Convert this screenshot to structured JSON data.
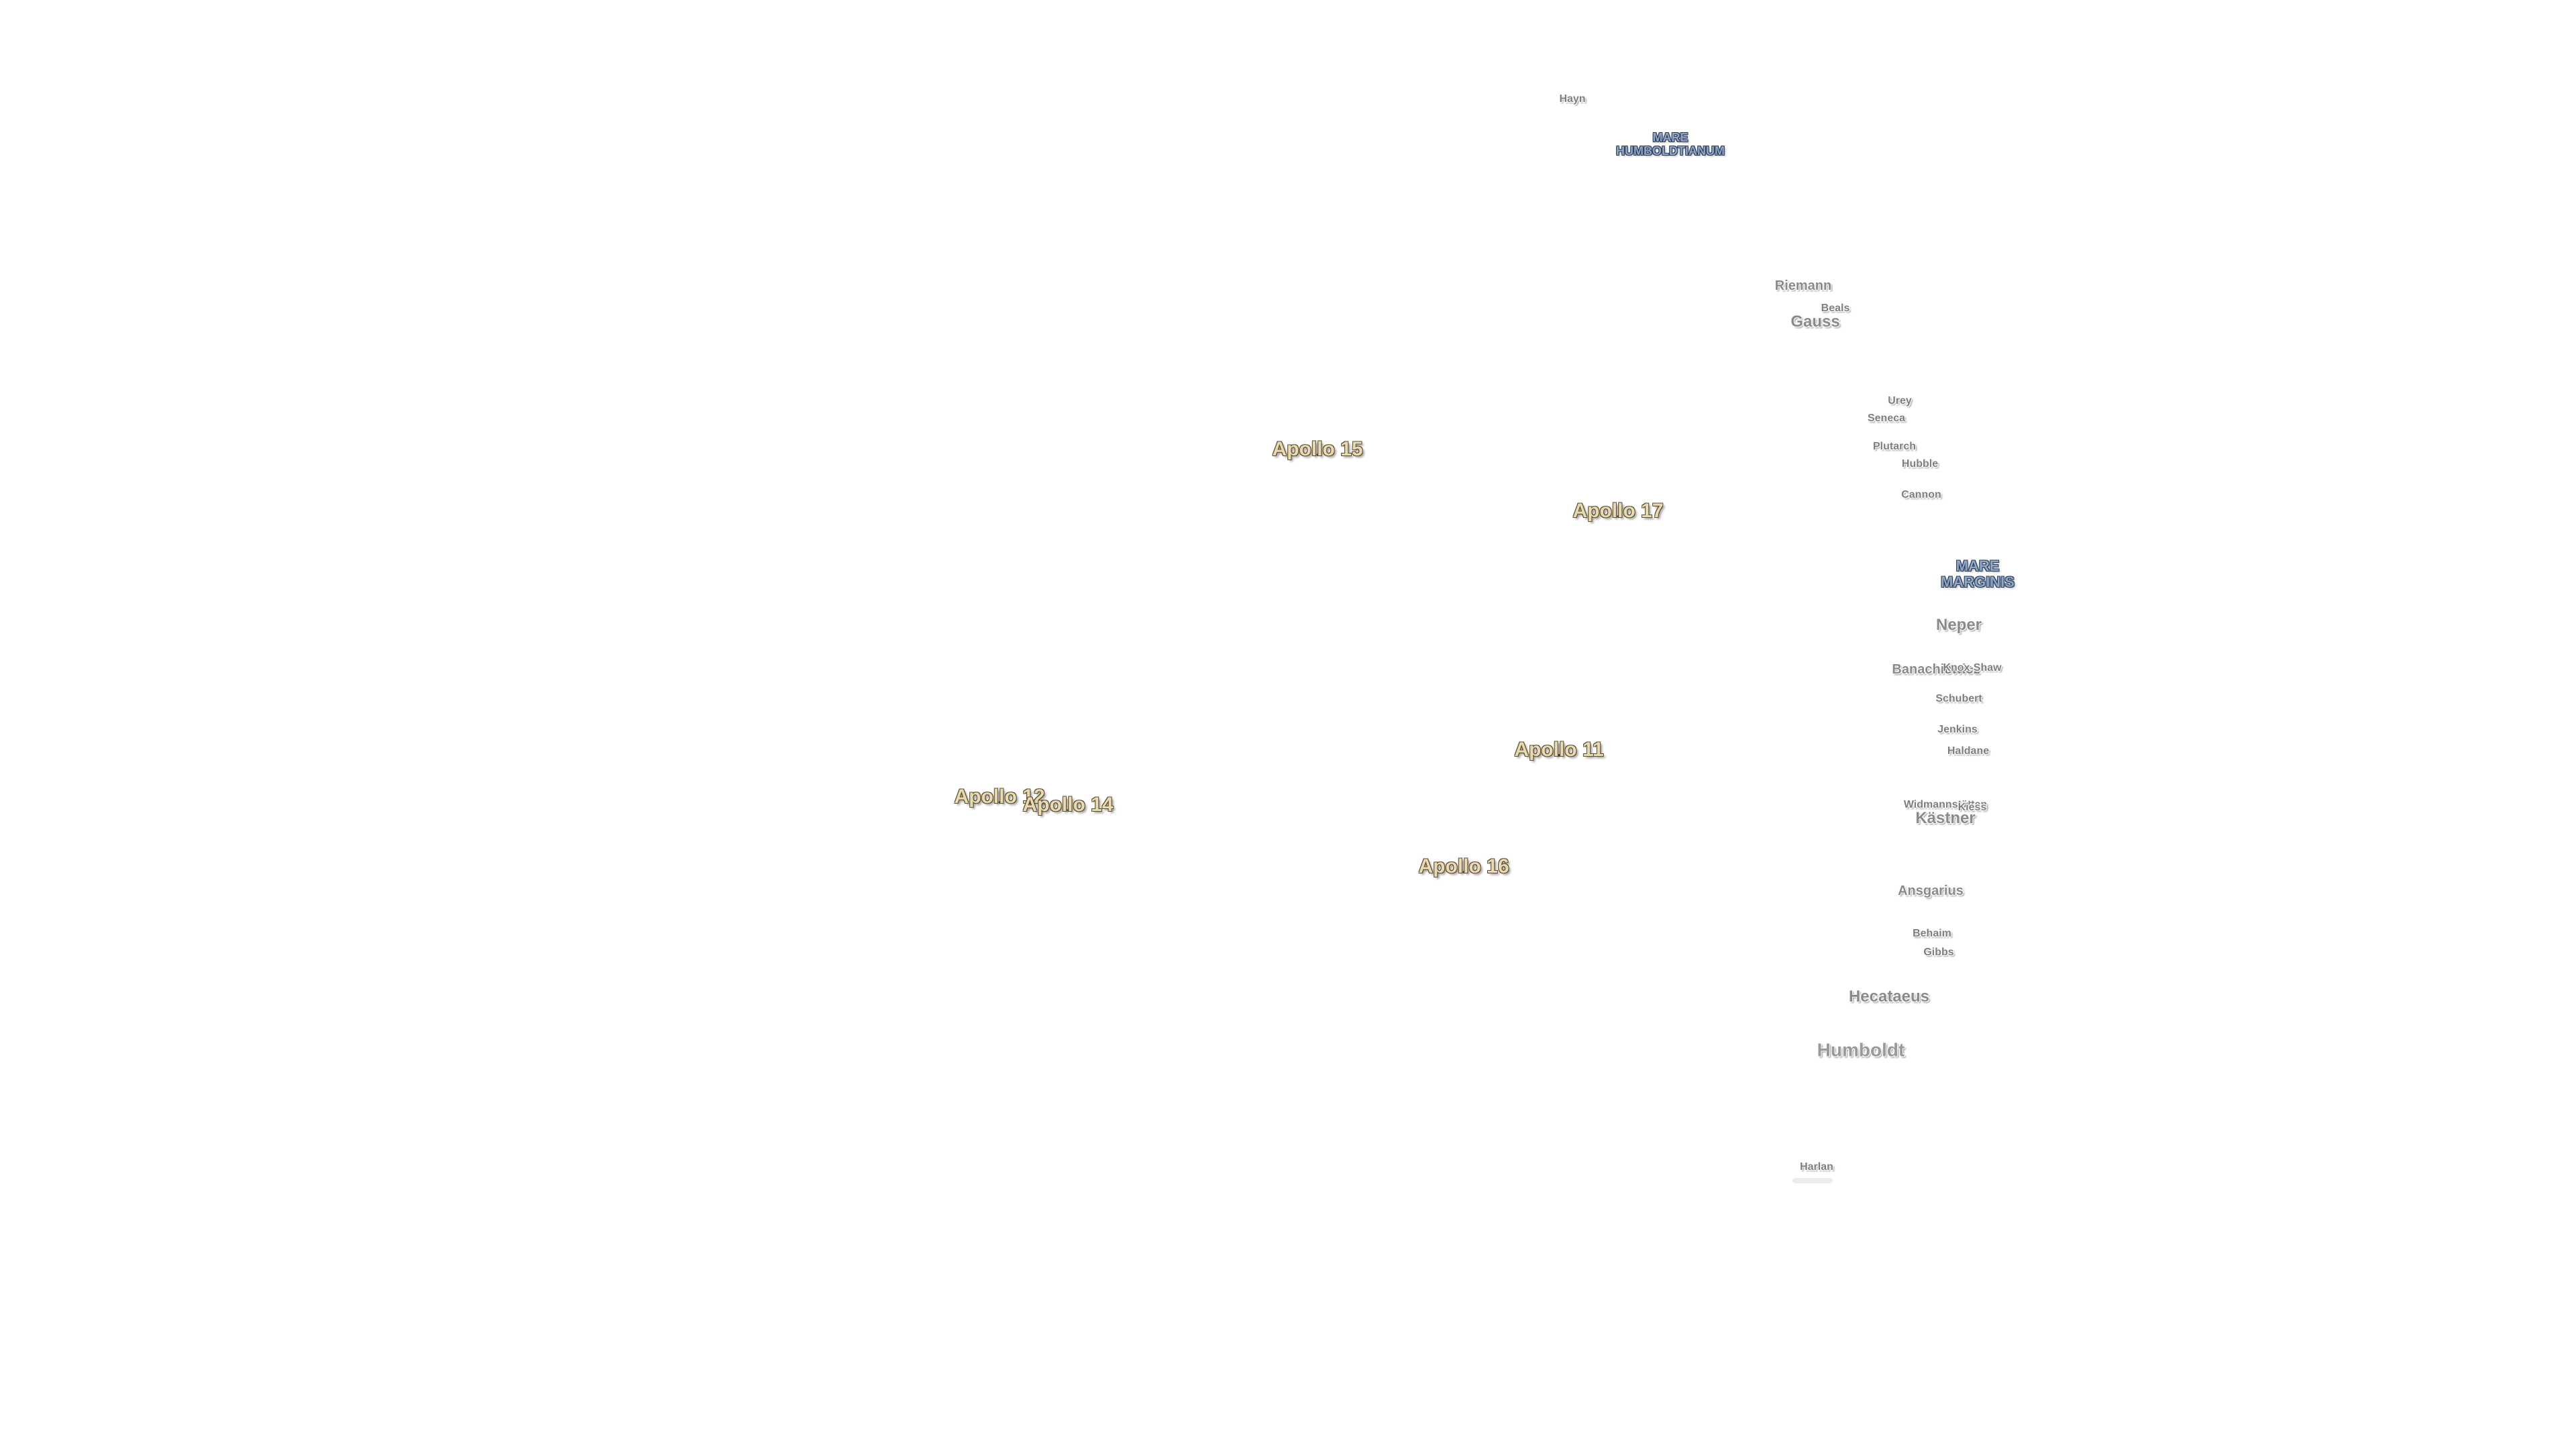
{
  "map": {
    "background": "#ffffff",
    "crater_labels": [
      {
        "name": "Hayn",
        "size": "sm"
      },
      {
        "name": "Riemann",
        "size": "md"
      },
      {
        "name": "Beals",
        "size": "sm"
      },
      {
        "name": "Gauss",
        "size": "lg"
      },
      {
        "name": "Urey",
        "size": "sm"
      },
      {
        "name": "Seneca",
        "size": "sm"
      },
      {
        "name": "Plutarch",
        "size": "sm"
      },
      {
        "name": "Hubble",
        "size": "sm"
      },
      {
        "name": "Cannon",
        "size": "sm"
      },
      {
        "name": "Neper",
        "size": "lg"
      },
      {
        "name": "Banachiewicz",
        "size": "md"
      },
      {
        "name": "Knox-Shaw",
        "size": "sm"
      },
      {
        "name": "Schubert",
        "size": "sm"
      },
      {
        "name": "Jenkins",
        "size": "sm"
      },
      {
        "name": "Haldane",
        "size": "sm"
      },
      {
        "name": "Widmannstätten",
        "size": "sm"
      },
      {
        "name": "Kiess",
        "size": "sm"
      },
      {
        "name": "Kästner",
        "size": "lg"
      },
      {
        "name": "Ansgarius",
        "size": "md"
      },
      {
        "name": "Behaim",
        "size": "sm"
      },
      {
        "name": "Gibbs",
        "size": "sm"
      },
      {
        "name": "Hecataeus",
        "size": "lg"
      },
      {
        "name": "Humboldt",
        "size": "xl"
      },
      {
        "name": "Harlan",
        "size": "sm"
      }
    ],
    "mare_labels": [
      {
        "lines": [
          "MARE",
          "HUMBOLDTIANUM"
        ],
        "size": "normal"
      },
      {
        "lines": [
          "MARE",
          "MARGINIS"
        ],
        "size": "big"
      }
    ],
    "apollo_sites": [
      {
        "name": "Apollo 15"
      },
      {
        "name": "Apollo 17"
      },
      {
        "name": "Apollo 11"
      },
      {
        "name": "Apollo 12"
      },
      {
        "name": "Apollo 14"
      },
      {
        "name": "Apollo 16"
      }
    ],
    "colors": {
      "apollo_text": "#e8d9b0",
      "apollo_outline": "#5b4e30",
      "mare_text": "#8ea6c8",
      "mare_outline": "#2a3a55",
      "crater_text": "#8a8a8a"
    }
  }
}
